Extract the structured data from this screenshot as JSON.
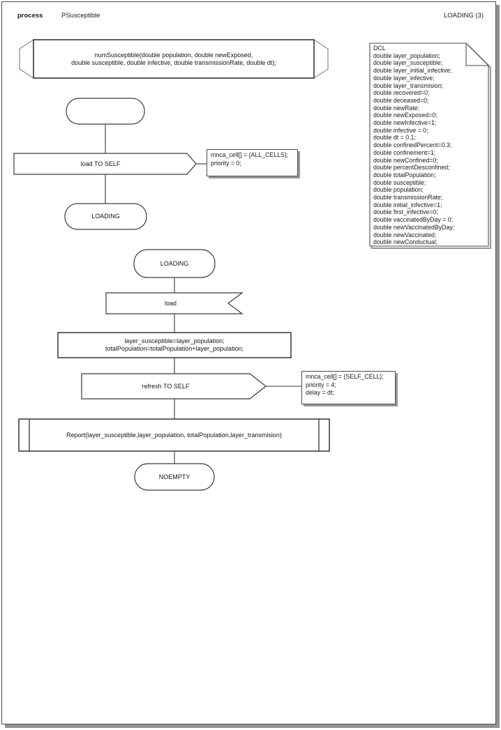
{
  "header": {
    "kind_label": "process",
    "process_name": "PSusceptible",
    "page_label": "LOADING (3)"
  },
  "colors": {
    "shape_stroke": "#3a3a3a",
    "bracket_stroke": "#6f6f6f",
    "shadow": "#929292",
    "background": "#ffffff"
  },
  "procedure_declaration": {
    "lines": [
      "numSusceptible(double population, double newExposed,",
      "double susceptible, double infective, double transmissionRate, double dt);"
    ]
  },
  "chain1": {
    "output_label": "load TO SELF",
    "output_comment": [
      "mnca_cell[] = {ALL_CELLS};",
      "priority = 0;"
    ],
    "next_state_label": "LOADING"
  },
  "chain2": {
    "state_label": "LOADING",
    "input_label": "load",
    "task_lines": [
      "layer_susceptible=layer_population;",
      "totalPopulation=totalPopulation+layer_population;"
    ],
    "output_label": "refresh TO SELF",
    "output_comment": [
      "mnca_cell[] = {SELF_CELL};",
      "priority = 4;",
      "delay = dt;"
    ],
    "procedure_call_label": "Report(layer_susceptible,layer_population, totalPopulation,layer_transmision)",
    "next_state_label": "NOEMPTY"
  },
  "dcl": {
    "lines": [
      "DCL",
      "double layer_population;",
      "double layer_susceptible;",
      "double layer_initial_infective;",
      "double layer_infective;",
      "double layer_transmision;",
      "double recovered=0;",
      "double deceased=0;",
      "double newRate;",
      "double newExposed=0;",
      "double newInfective=1;",
      "double infective = 0;",
      "double dt = 0.1;",
      "double confinedPercent=0.3;",
      "double confinement=1;",
      "double newConfined=0;",
      "double percentDesconfined;",
      "double totalPopulation;",
      "double susceptible;",
      "double population;",
      "double transmissionRate;",
      "double initial_infective=1;",
      "double first_infective=0;",
      "double vaccinatedByDay = 0;",
      "double newVaccinatedByDay;",
      "double newVaccinated;",
      "double newConductual;"
    ]
  }
}
